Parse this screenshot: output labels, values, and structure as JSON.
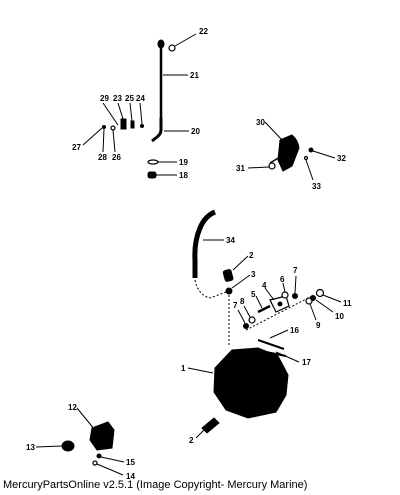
{
  "footer": "MercuryPartsOnline v2.5.1 (Image Copyright- Mercury Marine)",
  "callouts": {
    "c1": "1",
    "c2a": "2",
    "c2b": "2",
    "c3": "3",
    "c4": "4",
    "c5": "5",
    "c6": "6",
    "c7a": "7",
    "c7b": "7",
    "c8": "8",
    "c9": "9",
    "c10": "10",
    "c11": "11",
    "c12": "12",
    "c13": "13",
    "c14": "14",
    "c15": "15",
    "c16": "16",
    "c17": "17",
    "c18": "18",
    "c19": "19",
    "c20": "20",
    "c21": "21",
    "c22": "22",
    "c23": "23",
    "c24": "24",
    "c25": "25",
    "c26": "26",
    "c27": "27",
    "c28": "28",
    "c29": "29",
    "c30": "30",
    "c31": "31",
    "c32": "32",
    "c33": "33",
    "c34": "34"
  }
}
